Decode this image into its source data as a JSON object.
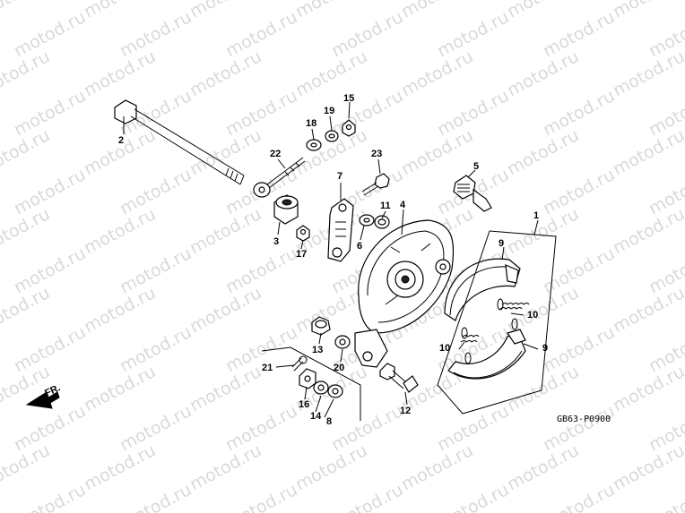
{
  "watermark": "motod.ru",
  "diagram_code": "GB63-P0900",
  "front_label": "FR.",
  "callouts": [
    {
      "id": "c1",
      "text": "1"
    },
    {
      "id": "c2",
      "text": "2"
    },
    {
      "id": "c3",
      "text": "3"
    },
    {
      "id": "c4",
      "text": "4"
    },
    {
      "id": "c5",
      "text": "5"
    },
    {
      "id": "c6",
      "text": "6"
    },
    {
      "id": "c7",
      "text": "7"
    },
    {
      "id": "c8",
      "text": "8"
    },
    {
      "id": "c9a",
      "text": "9"
    },
    {
      "id": "c9b",
      "text": "9"
    },
    {
      "id": "c10a",
      "text": "10"
    },
    {
      "id": "c10b",
      "text": "10"
    },
    {
      "id": "c11",
      "text": "11"
    },
    {
      "id": "c12",
      "text": "12"
    },
    {
      "id": "c13",
      "text": "13"
    },
    {
      "id": "c14",
      "text": "14"
    },
    {
      "id": "c15",
      "text": "15"
    },
    {
      "id": "c16",
      "text": "16"
    },
    {
      "id": "c17",
      "text": "17"
    },
    {
      "id": "c18",
      "text": "18"
    },
    {
      "id": "c19",
      "text": "19"
    },
    {
      "id": "c20",
      "text": "20"
    },
    {
      "id": "c21",
      "text": "21"
    },
    {
      "id": "c22",
      "text": "22"
    },
    {
      "id": "c23",
      "text": "23"
    }
  ]
}
